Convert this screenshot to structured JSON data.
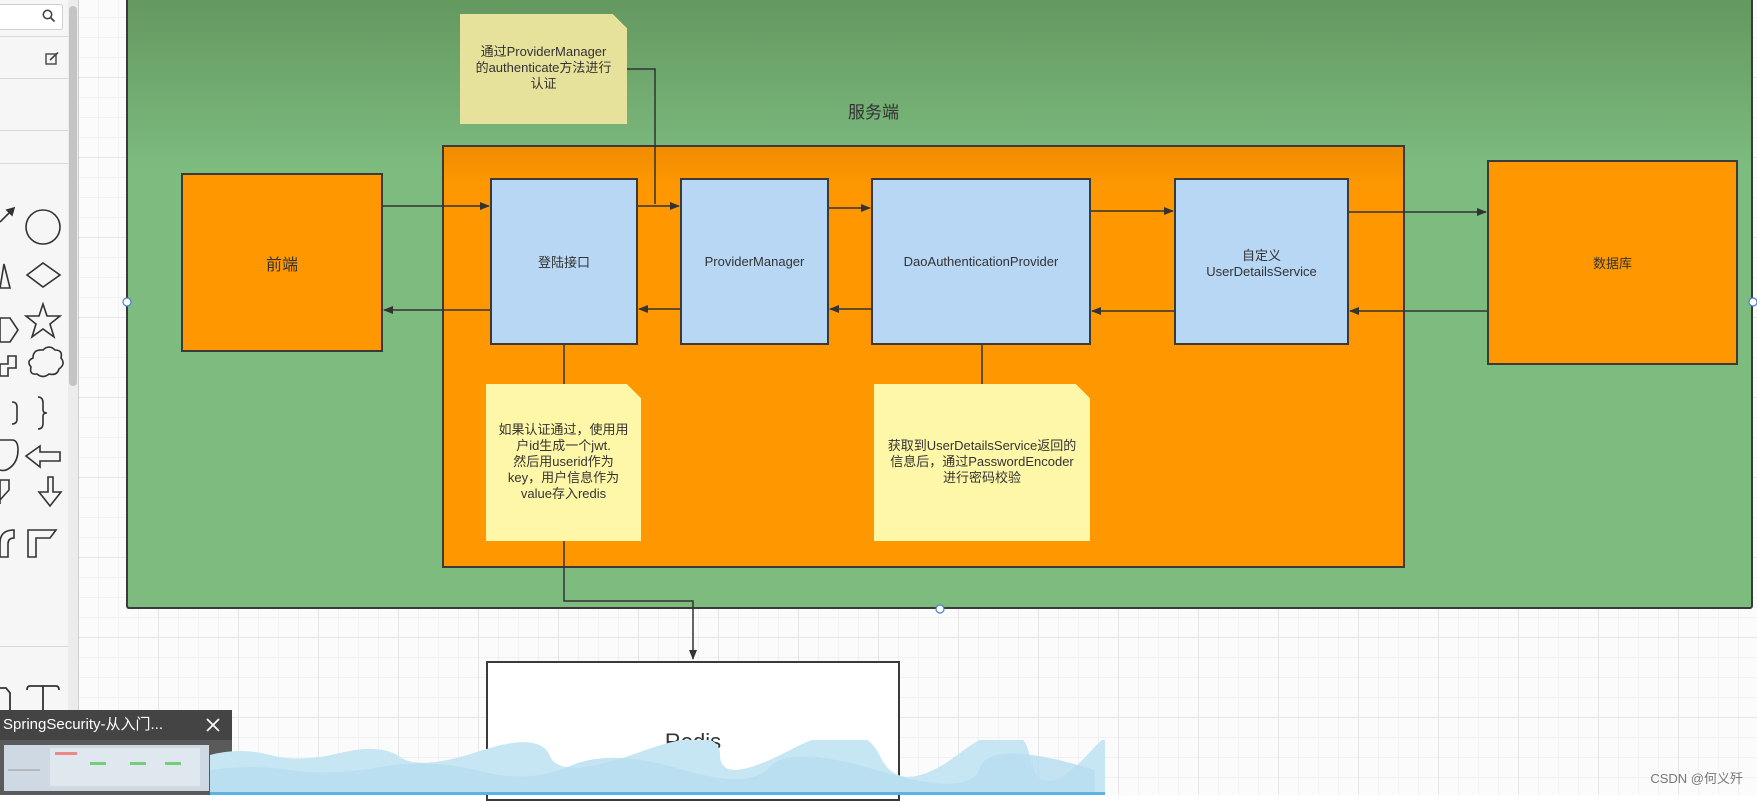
{
  "diagram": {
    "container_label": "服务端",
    "nodes": {
      "frontend": "前端",
      "login": "登陆接口",
      "provider_manager": "ProviderManager",
      "dao_provider": "DaoAuthenticationProvider",
      "custom_service": [
        "自定义",
        "UserDetailsService"
      ],
      "database": "数据库",
      "redis": "Redis"
    },
    "notes": {
      "authenticate": [
        "通过ProviderManager",
        "的authenticate方法进行",
        "认证"
      ],
      "jwt": [
        "如果认证通过，使用用",
        "户id生成一个jwt.",
        "然后用userid作为",
        "key，用户信息作为",
        "value存入redis"
      ],
      "password": [
        "获取到UserDetailsService返回的",
        "信息后，通过PasswordEncoder",
        "进行密码校验"
      ]
    }
  },
  "bottom_tab": {
    "title": "SpringSecurity-从入门..."
  },
  "watermark": "CSDN @何义歼",
  "colors": {
    "outer_container": "#7dbb7f",
    "inner_container": "#ff9800",
    "process_box": "#b7d7f5",
    "note": "#fff7a8",
    "note_top": "#e6e19b"
  },
  "icons": [
    "search-icon",
    "edit-icon",
    "close-icon"
  ]
}
